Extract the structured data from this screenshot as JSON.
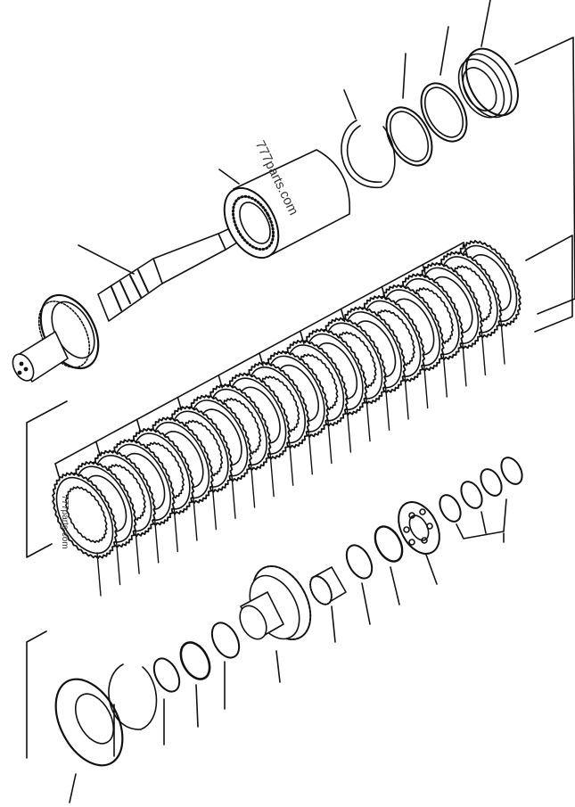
{
  "watermark": {
    "main": "777parts.com",
    "small": "777parts.com"
  },
  "colors": {
    "ink": "#111111",
    "paper": "#ffffff",
    "watermark": "#333333"
  },
  "parts": {
    "shaft": "output-shaft",
    "drum": "clutch-drum-with-needle-bearing",
    "snap_ring": "snap-ring",
    "seal_rings": "seal-rings",
    "piston": "clutch-piston",
    "clutch_pack": "clutch-disc-and-plate-stack",
    "hub_gear": "clutch-hub-gear",
    "bearings": "bearings-and-spacers",
    "end_plate": "end-plate"
  }
}
